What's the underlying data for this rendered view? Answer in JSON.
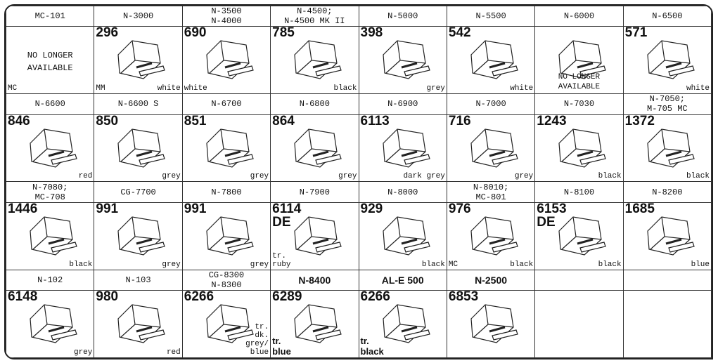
{
  "rows": [
    {
      "headers": [
        "MC-101",
        "N-3000",
        "N-3500\nN-4000",
        "N-4500;\nN-4500 MK II",
        "N-5000",
        "N-5500",
        "N-6000",
        "N-6500"
      ],
      "cells": [
        {
          "na": "NO LONGER\nAVAILABLE",
          "na_pos": "center",
          "left": "MC"
        },
        {
          "number": "296",
          "left": "MM",
          "color": "white"
        },
        {
          "number": "690",
          "left": "white"
        },
        {
          "number": "785",
          "color": "black"
        },
        {
          "number": "398",
          "color": "grey"
        },
        {
          "number": "542",
          "color": "white"
        },
        {
          "na": "NO LONGER\nAVAILABLE",
          "na_pos": "bottom"
        },
        {
          "number": "571",
          "color": "white"
        }
      ]
    },
    {
      "headers": [
        "N-6600",
        "N-6600 S",
        "N-6700",
        "N-6800",
        "N-6900",
        "N-7000",
        "N-7030",
        "N-7050;\nM-705 MC"
      ],
      "cells": [
        {
          "number": "846",
          "color": "red"
        },
        {
          "number": "850",
          "color": "grey"
        },
        {
          "number": "851",
          "color": "grey"
        },
        {
          "number": "864",
          "color": "grey"
        },
        {
          "number": "6113",
          "color": "dark grey"
        },
        {
          "number": "716",
          "color": "grey"
        },
        {
          "number": "1243",
          "color": "black"
        },
        {
          "number": "1372",
          "color": "black"
        }
      ]
    },
    {
      "headers": [
        "N-7080;\nMC-708",
        "CG-7700",
        "N-7800",
        "N-7900",
        "N-8000",
        "N-8010;\nMC-801",
        "N-8100",
        "N-8200"
      ],
      "cells": [
        {
          "number": "1446",
          "color": "black"
        },
        {
          "number": "991",
          "color": "grey"
        },
        {
          "number": "991",
          "color": "grey"
        },
        {
          "number": "6114\nDE",
          "left": "tr.\nruby"
        },
        {
          "number": "929",
          "color": "black"
        },
        {
          "number": "976",
          "left": "MC",
          "color": "black"
        },
        {
          "number": "6153\nDE",
          "color": "black"
        },
        {
          "number": "1685",
          "color": "blue"
        }
      ]
    },
    {
      "headers": [
        "N-102",
        "N-103",
        "CG-8300\nN-8300",
        "N-8400",
        "AL-E 500",
        "N-2500",
        "",
        ""
      ],
      "bold_headers": [
        3,
        4,
        5
      ],
      "cells": [
        {
          "number": "6148",
          "color": "grey"
        },
        {
          "number": "980",
          "color": "red"
        },
        {
          "number": "6266",
          "color": "tr.\ndk.\ngrey/\nblue"
        },
        {
          "number": "6289",
          "left": "tr.\nblue",
          "left_bold": true
        },
        {
          "number": "6266",
          "left": "tr.\nblack",
          "left_bold": true
        },
        {
          "number": "6853"
        },
        {},
        {}
      ]
    }
  ]
}
